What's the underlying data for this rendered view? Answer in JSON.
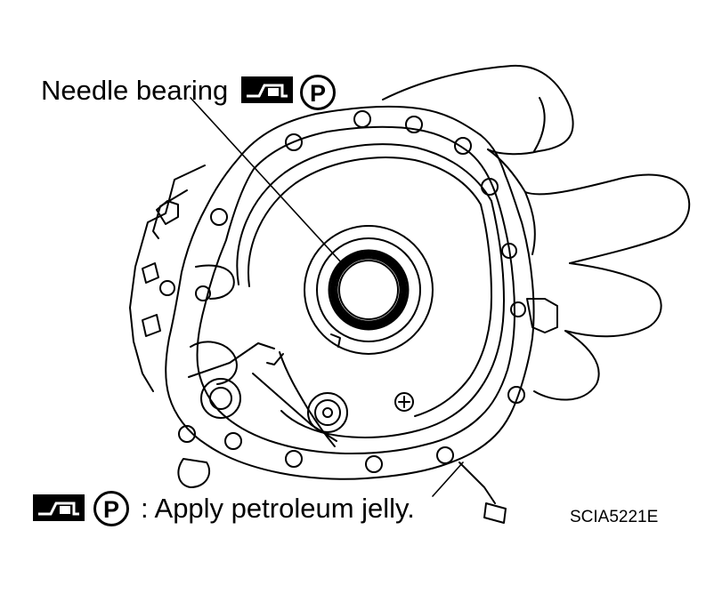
{
  "callout": {
    "text": "Needle bearing",
    "symbols": [
      "jelly-applicator-symbol",
      "circled-p-symbol"
    ],
    "circled_letter": "P"
  },
  "legend": {
    "symbols": [
      "jelly-applicator-symbol",
      "circled-p-symbol"
    ],
    "circled_letter": "P",
    "text": ": Apply petroleum jelly."
  },
  "figure_id": "SCIA5221E",
  "colors": {
    "ink": "#000000",
    "paper": "#ffffff"
  }
}
